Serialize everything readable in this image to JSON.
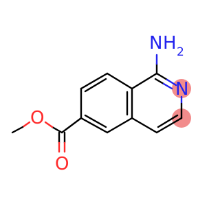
{
  "molecule": {
    "atoms": {
      "amine_n": "N",
      "amine_h": "H",
      "amine_h_count": "2",
      "ring_n": "N",
      "ether_o": "O",
      "carbonyl_o": "O"
    },
    "colors": {
      "bond": "#000000",
      "nitrogen": "#2222ee",
      "oxygen": "#ff2a2a",
      "highlight": "#f28c8c"
    }
  }
}
